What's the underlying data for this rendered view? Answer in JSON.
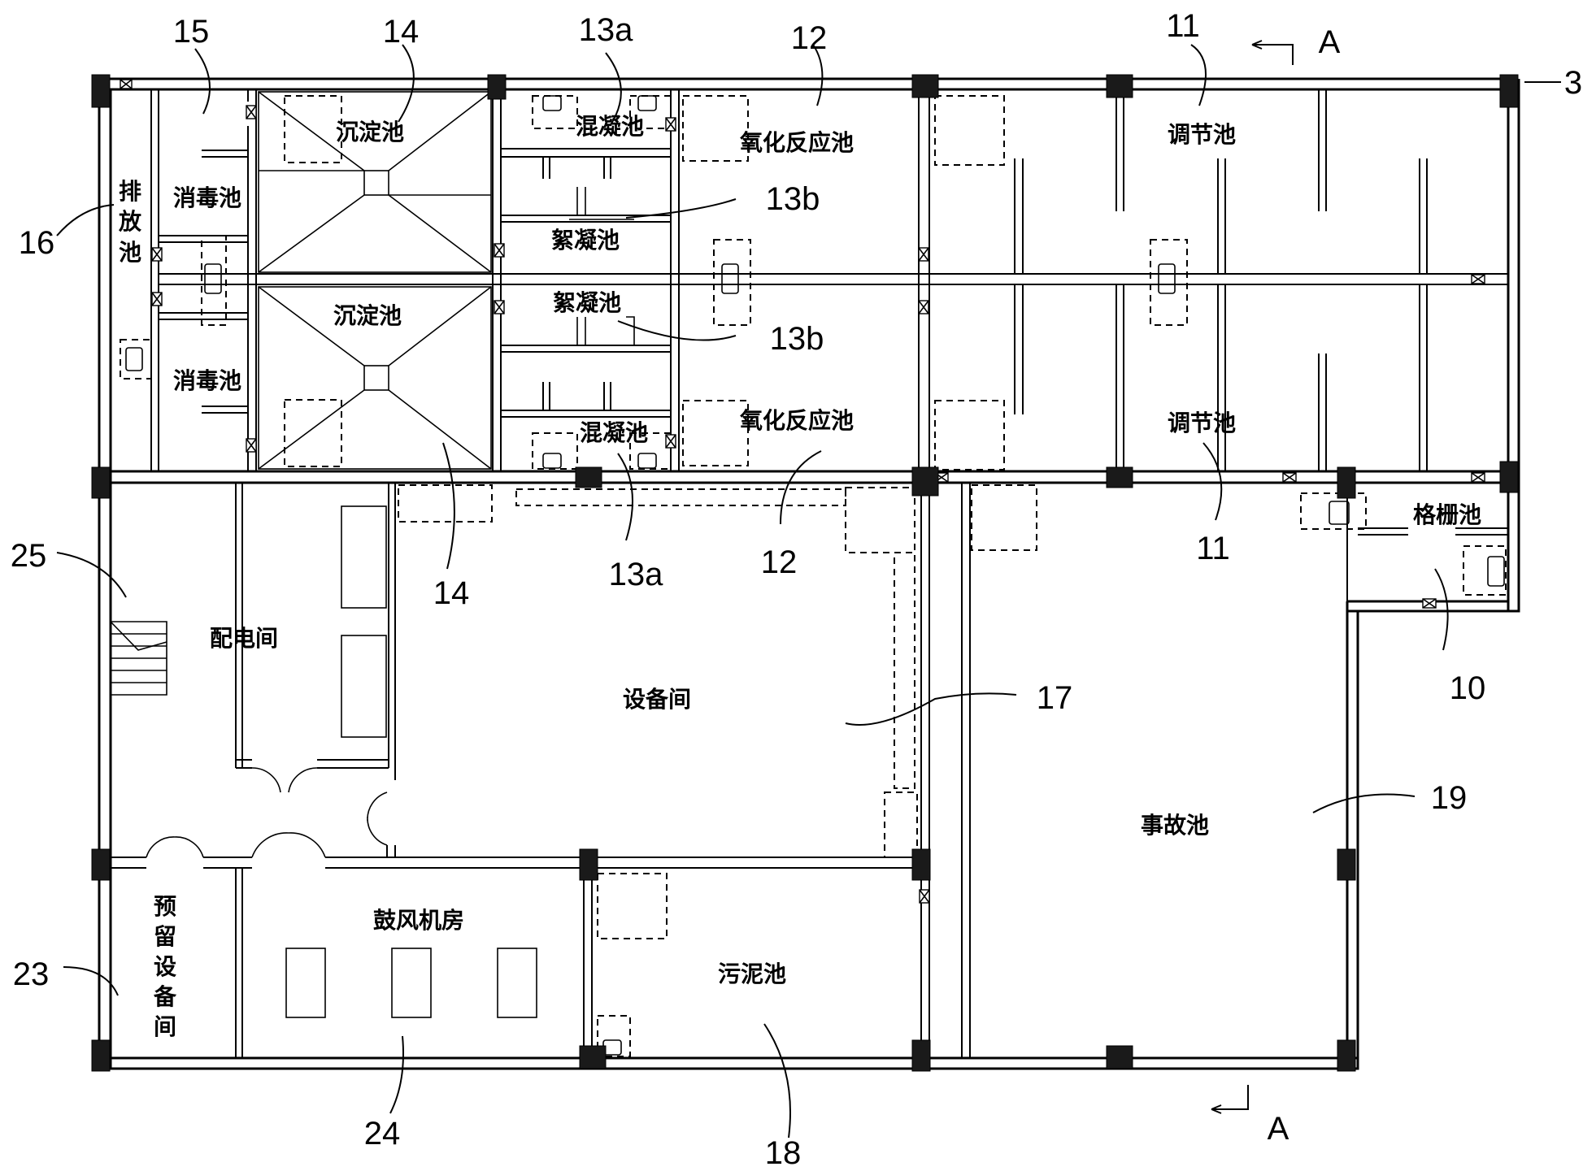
{
  "rooms": {
    "discharge": "排放池",
    "disinfect_1": "消毒池",
    "disinfect_2": "消毒池",
    "sediment_1": "沉淀池",
    "sediment_2": "沉淀池",
    "coag_1": "混凝池",
    "coag_2": "混凝池",
    "floc_1": "絮凝池",
    "floc_2": "絮凝池",
    "oxid_1": "氧化反应池",
    "oxid_2": "氧化反应池",
    "regul_1": "调节池",
    "regul_2": "调节池",
    "grating": "格栅池",
    "power": "配电间",
    "equipment": "设备间",
    "accident": "事故池",
    "sludge": "污泥池",
    "blower": "鼓风机房",
    "reserved": "预留设备间"
  },
  "labels": {
    "n3": "3",
    "n10": "10",
    "n11_top": "11",
    "n11_bottom": "11",
    "n12_top": "12",
    "n12_bottom": "12",
    "n13a_top": "13a",
    "n13a_bottom": "13a",
    "n13b_top": "13b",
    "n13b_bottom": "13b",
    "n14_top": "14",
    "n14_bottom": "14",
    "n15": "15",
    "n16": "16",
    "n17": "17",
    "n18": "18",
    "n19": "19",
    "n23": "23",
    "n24": "24",
    "n25": "25",
    "section_top": "A",
    "section_bottom": "A"
  }
}
